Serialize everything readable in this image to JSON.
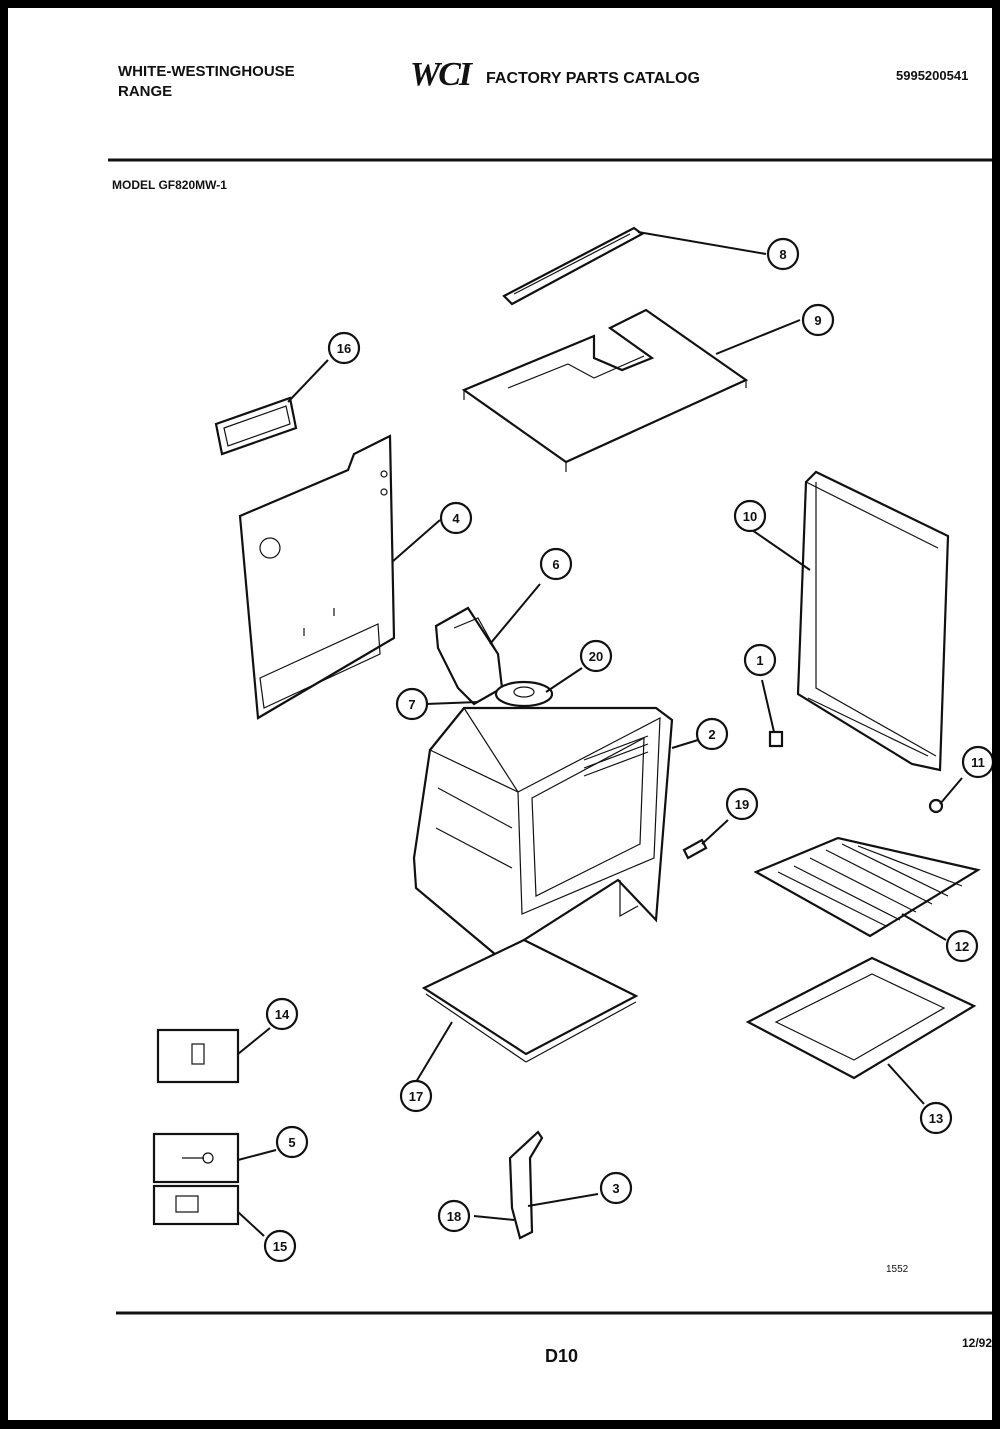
{
  "header": {
    "brand_line1": "WHITE-WESTINGHOUSE",
    "brand_line2": "RANGE",
    "logo": "WCI",
    "catalog_title": "FACTORY PARTS CATALOG",
    "catalog_number": "5995200541"
  },
  "model_label": "MODEL GF820MW-1",
  "footer": {
    "page_id": "D10",
    "figure_number": "1552",
    "date": "12/92"
  },
  "callouts": [
    "8",
    "9",
    "16",
    "4",
    "10",
    "6",
    "20",
    "1",
    "7",
    "2",
    "11",
    "19",
    "12",
    "14",
    "17",
    "13",
    "5",
    "3",
    "18",
    "15"
  ]
}
